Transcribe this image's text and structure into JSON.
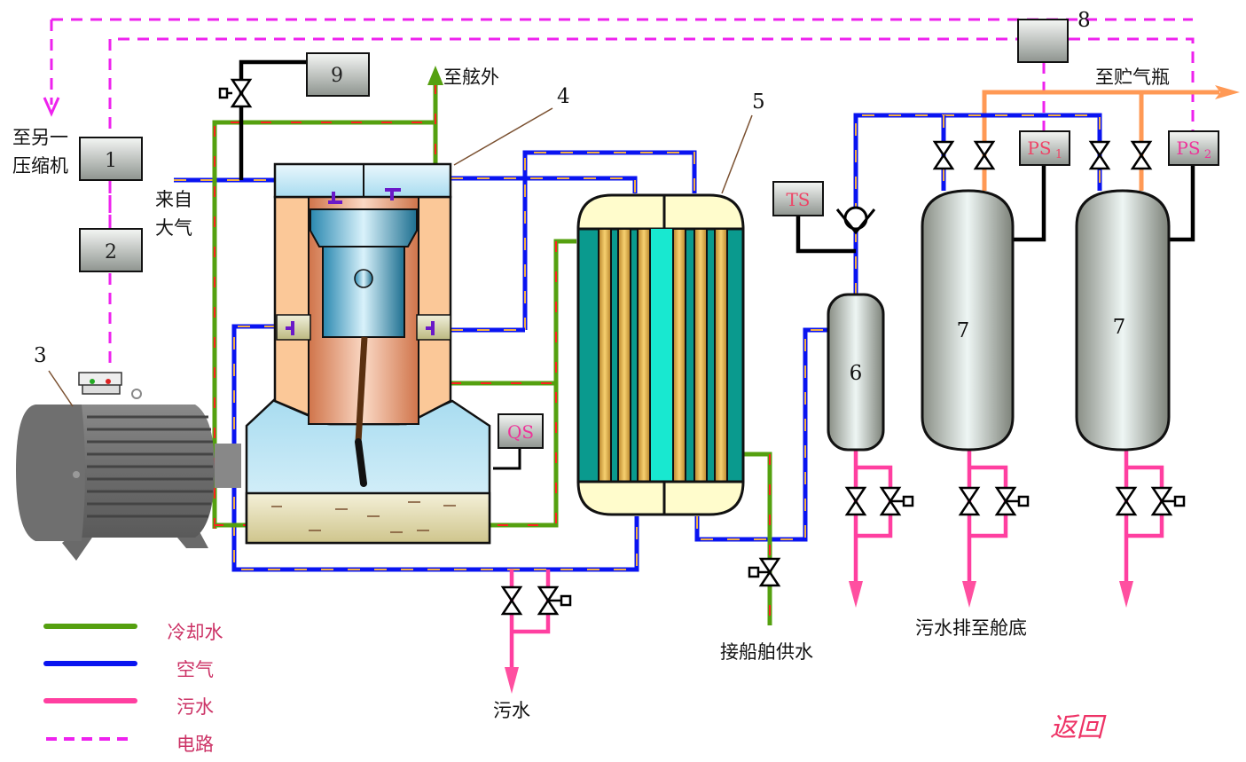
{
  "diagram": {
    "title_hidden": "",
    "labels": {
      "to_other_compressor_l1": "至另一",
      "to_other_compressor_l2": "压缩机",
      "from_atmosphere_l1": "来自",
      "from_atmosphere_l2": "大气",
      "to_overboard": "至舷外",
      "to_air_bottle": "至贮气瓶",
      "sewage": "污水",
      "ship_water_supply": "接船舶供水",
      "sewage_to_bilge": "污水排至舱底"
    },
    "components": {
      "c1": "1",
      "c2": "2",
      "c3": "3",
      "c4": "4",
      "c5": "5",
      "c6": "6",
      "c7a": "7",
      "c7b": "7",
      "c8": "8",
      "c9": "9"
    },
    "sensors": {
      "ts": "TS",
      "qs": "QS",
      "ps1_main": "PS",
      "ps1_sub": "1",
      "ps2_main": "PS",
      "ps2_sub": "2"
    },
    "legend": [
      {
        "label": "冷却水",
        "color": "#55a010",
        "style": "solid"
      },
      {
        "label": "空气",
        "color": "#0a14f0",
        "style": "solid"
      },
      {
        "label": "污水",
        "color": "#ff3fa0",
        "style": "solid"
      },
      {
        "label": "电路",
        "color": "#ee22ee",
        "style": "dashed"
      }
    ],
    "return_button": "返回",
    "colors": {
      "cooling_water": "#55a010",
      "air": "#0a14f0",
      "sewage": "#ff3fa0",
      "electric": "#ee22ee",
      "compressed_air_out": "#ff9955"
    }
  }
}
